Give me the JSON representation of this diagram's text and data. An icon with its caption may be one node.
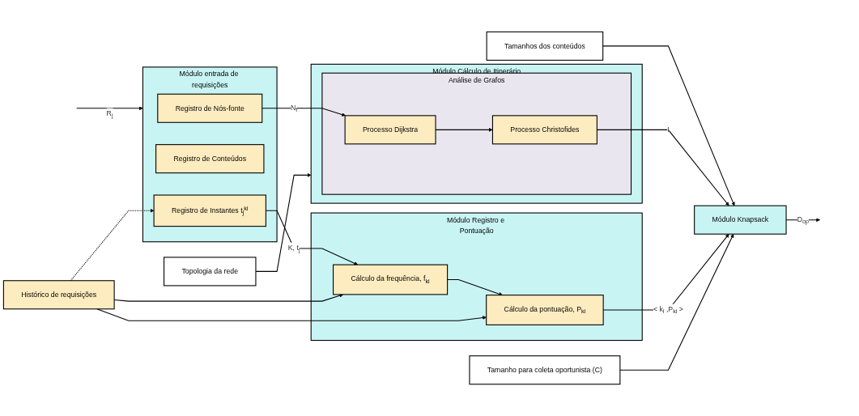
{
  "diagram": {
    "nodes": [
      {
        "text": [
          "Topologia da rede"
        ]
      },
      {
        "text": [
          "Tamanhos dos conteúdos"
        ]
      },
      {
        "text": [
          "Módulo entrada de requisições"
        ]
      },
      {
        "text": [
          "Registro de Nós-fonte"
        ],
        "in": 2
      },
      {
        "text": [
          "Registro de Conteúdos"
        ],
        "in": 2
      },
      {
        "text": [
          "Registro de Instantes t$_{j}$$^{ki}$"
        ],
        "in": 2
      },
      {
        "text": [
          "Módulo Cálculo de Itinerário"
        ]
      },
      {
        "text": [
          "Análise de Grafos"
        ],
        "in": 6
      },
      {
        "text": [
          "Processo Dijkstra"
        ],
        "in": 7
      },
      {
        "text": [
          "Processo Christofides"
        ],
        "in": 7
      },
      {
        "text": [
          "Módulo Registro e Pontuação"
        ]
      },
      {
        "text": [
          "Cálculo da frequência, f$_{ki}$"
        ],
        "in": 10
      },
      {
        "text": [
          "Cálculo da pontuação, P$_{ki}$"
        ],
        "in": 10
      },
      {
        "text": [
          "Módulo Knapsack"
        ]
      },
      {
        "text": [
          "Histórico de requisições"
        ]
      },
      {
        "text": [
          "Tamanho para coleta oportunista (C)"
        ]
      }
    ],
    "edges": [
      {
        "from": null,
        "to": 2,
        "arrow": "to",
        "label": "R$_{j}$"
      },
      {
        "from": 0,
        "to": 6,
        "arrow": "to"
      },
      {
        "from": 1,
        "to": 13,
        "arrow": "to"
      },
      {
        "from": 3,
        "to": 8,
        "arrow": "to",
        "label": "N$_{f}$"
      },
      {
        "from": 8,
        "to": 9,
        "arrow": "to"
      },
      {
        "from": 9,
        "to": 13,
        "arrow": "to",
        "label": "I"
      },
      {
        "from": 5,
        "to": 11,
        "arrow": "to",
        "label": "K, t$_{j}$"
      },
      {
        "from": 11,
        "to": 12,
        "arrow": "to"
      },
      {
        "from": 12,
        "to": 13,
        "arrow": "to",
        "label": "< k$_{i}$ ,P$_{ki}$ >"
      },
      {
        "from": 13,
        "to": null,
        "arrow": "to",
        "label": "D$_{op}$"
      },
      {
        "from": 14,
        "to": 5,
        "arrow": "to",
        "style": "dashed"
      },
      {
        "from": 14,
        "to": 11,
        "arrow": "to"
      },
      {
        "from": 14,
        "to": 12,
        "arrow": "to"
      },
      {
        "from": 15,
        "to": 13,
        "arrow": "to"
      }
    ]
  }
}
